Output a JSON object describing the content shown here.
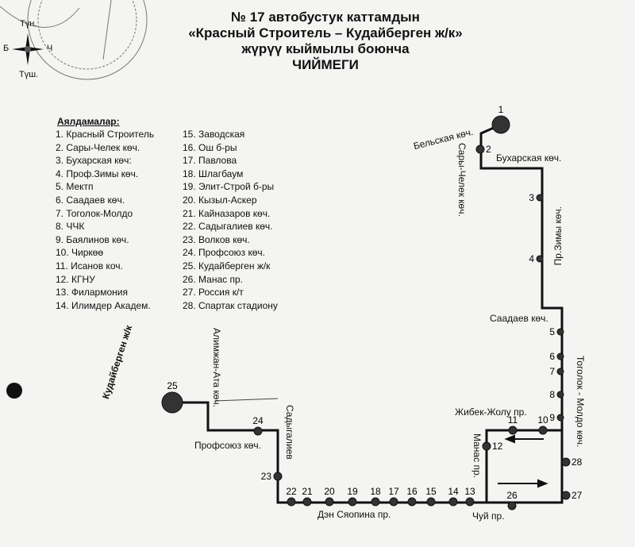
{
  "header": {
    "line1": "№ 17  автобустук каттамдын",
    "line2": "«Красный Строитель – Кудайберген ж/к»",
    "line3": "жүрүү кыймылы боюнча",
    "line4": "ЧИЙМЕГИ"
  },
  "compass": {
    "north": "Түн.",
    "south": "Түш.",
    "west": "Б",
    "east": "Ч"
  },
  "legend": {
    "heading": "Аялдамалар:",
    "stops": [
      "1. Красный Строитель",
      "2. Сары-Челек көч.",
      "3. Бухарская көч:",
      "4. Проф.Зимы көч.",
      "5. Мектп",
      "6. Саадаев көч.",
      "7. Тоголок-Молдо",
      "8. ЧЧК",
      "9. Баялинов көч.",
      "10. Чиркөө",
      "11. Исанов коч.",
      "12. КГНУ",
      "13. Филармония",
      "14. Илимдер Академ.",
      "15. Заводская",
      "16. Ош б-ры",
      "17. Павлова",
      "18. Шлагбаум",
      "19. Элит-Строй б-ры",
      "20. Кызыл-Аскер",
      "21. Кайназаров көч.",
      "22. Садыгалиев көч.",
      "23. Волков көч.",
      "24. Профсоюз көч.",
      "25. Кудайберген ж/к",
      "26. Манас пр.",
      "27. Россия к/т",
      "28. Спартак стадиону"
    ]
  },
  "streets": {
    "belskaya": "Бельская көч.",
    "sary_chelek": "Сары-Челек көч.",
    "bukharskaya": "Бухарская көч.",
    "pr_zimy": "Пр.Зимы көч.",
    "saadaev": "Саадаев көч.",
    "togolok": "Тоголок - Молдо көч.",
    "jibek_jolu": "Жибек-Жолу пр.",
    "manas": "Манас пр.",
    "chui": "Чуй пр.",
    "den_syaopina": "Дэн Сяопина пр.",
    "sadygaliev": "Садыгалиев",
    "profsoyuz": "Профсоюз  көч.",
    "alimjan": "Алимжан-Ата көч.",
    "kudaibergen": "Кудайберген ж/к"
  },
  "map_stops": [
    "1",
    "2",
    "3",
    "4",
    "5",
    "6",
    "7",
    "8",
    "9",
    "10",
    "11",
    "12",
    "13",
    "14",
    "15",
    "16",
    "17",
    "18",
    "19",
    "20",
    "21",
    "22",
    "23",
    "24",
    "25",
    "26",
    "27",
    "28"
  ]
}
